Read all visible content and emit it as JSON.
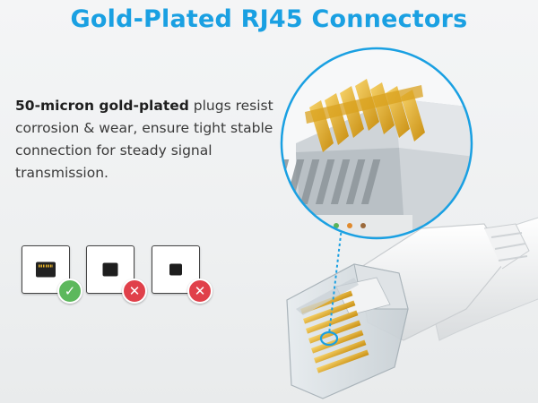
{
  "header": {
    "title": "Gold-Plated RJ45 Connectors"
  },
  "description": {
    "highlight": "50-micron gold-plated",
    "rest": " plugs resist corrosion & wear, ensure tight stable connection for steady signal transmission."
  },
  "compatibility": [
    {
      "name": "ethernet-port",
      "status": "compatible",
      "mark": "✓"
    },
    {
      "name": "phone-port-rj11",
      "status": "incompatible",
      "mark": "✕"
    },
    {
      "name": "phone-port-rj9",
      "status": "incompatible",
      "mark": "✕"
    }
  ],
  "colors": {
    "title": "#1aa0e2",
    "gold": "#e9b52a",
    "check": "#5cb85c",
    "cross": "#e0404a",
    "callout": "#1aa0e2"
  }
}
